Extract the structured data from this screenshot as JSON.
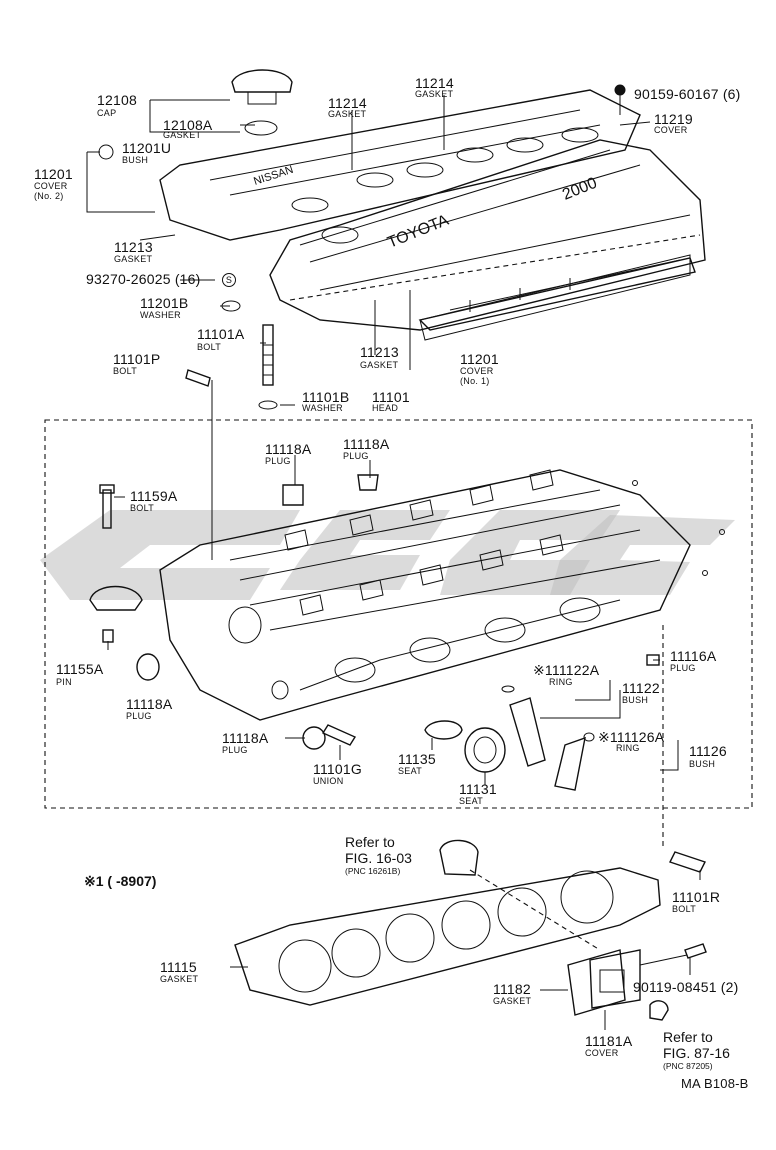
{
  "callouts": {
    "c12108": {
      "num": "12108",
      "sub": "CAP"
    },
    "c12108a": {
      "num": "12108A",
      "sub": "GASKET"
    },
    "c11201u": {
      "num": "11201U",
      "sub": "BUSH"
    },
    "c11201": {
      "num": "11201",
      "sub": "COVER",
      "sub2": "(No. 2)"
    },
    "c11214a": {
      "num": "11214",
      "sub": "GASKET"
    },
    "c11214b": {
      "num": "11214",
      "sub": "GASKET"
    },
    "c90159": {
      "num": "90159-60167 (6)"
    },
    "c11219": {
      "num": "11219",
      "sub": "COVER"
    },
    "c11213a": {
      "num": "11213",
      "sub": "GASKET"
    },
    "c93270": {
      "num": "93270-26025 (16)",
      "mark": "S"
    },
    "c11201b": {
      "num": "11201B",
      "sub": "WASHER"
    },
    "c11101a": {
      "num": "11101A",
      "sub": "BOLT"
    },
    "c11101p": {
      "num": "11101P",
      "sub": "BOLT"
    },
    "c11213b": {
      "num": "11213",
      "sub": "GASKET"
    },
    "c11201n1": {
      "num": "11201",
      "sub": "COVER",
      "sub2": "(No. 1)"
    },
    "c11101b": {
      "num": "11101B",
      "sub": "WASHER"
    },
    "c11101": {
      "num": "11101",
      "sub": "HEAD"
    },
    "c11118a1": {
      "num": "11118A",
      "sub": "PLUG"
    },
    "c11118a2": {
      "num": "11118A",
      "sub": "PLUG"
    },
    "c11159a": {
      "num": "11159A",
      "sub": "BOLT"
    },
    "c11155a": {
      "num": "11155A",
      "sub": "PIN"
    },
    "c11118a3": {
      "num": "11118A",
      "sub": "PLUG"
    },
    "c11116a": {
      "num": "11116A",
      "sub": "PLUG"
    },
    "c11122a": {
      "num": "※111122A",
      "sub": "RING"
    },
    "c11122": {
      "num": "11122",
      "sub": "BUSH"
    },
    "c11126a": {
      "num": "※111126A",
      "sub": "RING"
    },
    "c11126": {
      "num": "11126",
      "sub": "BUSH"
    },
    "c11118a4": {
      "num": "11118A",
      "sub": "PLUG"
    },
    "c11101g": {
      "num": "11101G",
      "sub": "UNION"
    },
    "c11135": {
      "num": "11135",
      "sub": "SEAT"
    },
    "c11131": {
      "num": "11131",
      "sub": "SEAT"
    },
    "c11101r": {
      "num": "11101R",
      "sub": "BOLT"
    },
    "c11115": {
      "num": "11115",
      "sub": "GASKET"
    },
    "c90119": {
      "num": "90119-08451 (2)"
    },
    "c11182": {
      "num": "11182",
      "sub": "GASKET"
    },
    "c11181a": {
      "num": "11181A",
      "sub": "COVER"
    }
  },
  "references": {
    "r1": {
      "line1": "Refer to",
      "line2": "FIG. 16-03",
      "pnc": "(PNC 16261B)"
    },
    "r2": {
      "line1": "Refer to",
      "line2": "FIG. 87-16",
      "pnc": "(PNC 87205)"
    }
  },
  "note": "※1 (      -8907)",
  "illustration_code": "MA B108-B",
  "cover_text": {
    "brand": "TOYOTA",
    "model": "2000",
    "nissan_like": "NISSAN"
  }
}
